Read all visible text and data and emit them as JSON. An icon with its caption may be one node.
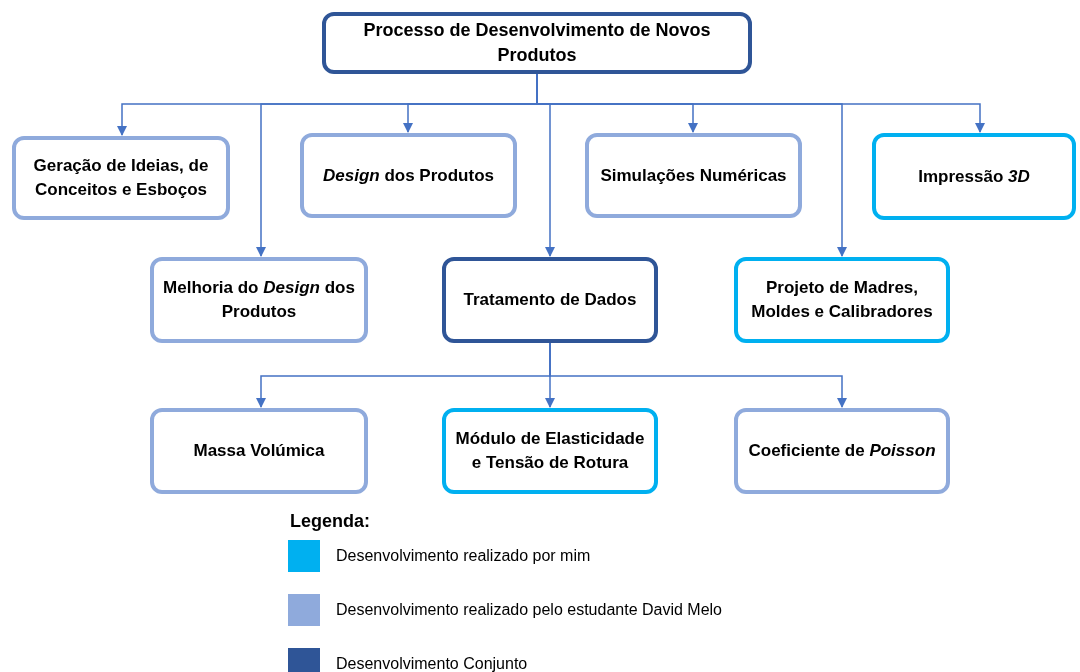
{
  "diagram": {
    "nodes": [
      {
        "text": [
          "Processo de Desenvolvimento de Novos Produtos"
        ]
      },
      {
        "text": [
          "Geração de Ideias, de Conceitos e Esboços"
        ]
      },
      {
        "text": [
          "*Design* dos Produtos"
        ]
      },
      {
        "text": [
          "Simulações Numéricas"
        ]
      },
      {
        "text": [
          "Impressão *3D*"
        ]
      },
      {
        "text": [
          "Melhoria do *Design* dos Produtos"
        ]
      },
      {
        "text": [
          "Tratamento de Dados"
        ]
      },
      {
        "text": [
          "Projeto de Madres, Moldes e Calibradores"
        ]
      },
      {
        "text": [
          "Massa Volúmica"
        ]
      },
      {
        "text": [
          "Módulo de Elasticidade e Tensão de Rotura"
        ]
      },
      {
        "text": [
          "Coeficiente de *Poisson*"
        ]
      }
    ],
    "edges": [
      {
        "from": 0,
        "to": 1,
        "arrow": "to"
      },
      {
        "from": 0,
        "to": 5,
        "arrow": "to"
      },
      {
        "from": 0,
        "to": 2,
        "arrow": "to"
      },
      {
        "from": 0,
        "to": 6,
        "arrow": "to"
      },
      {
        "from": 0,
        "to": 3,
        "arrow": "to"
      },
      {
        "from": 0,
        "to": 7,
        "arrow": "to"
      },
      {
        "from": 0,
        "to": 4,
        "arrow": "to"
      },
      {
        "from": 6,
        "to": 8,
        "arrow": "to"
      },
      {
        "from": 6,
        "to": 9,
        "arrow": "to"
      },
      {
        "from": 6,
        "to": 10,
        "arrow": "to"
      }
    ],
    "labels": [
      "Legenda:"
    ],
    "legend": [
      {
        "text": "Desenvolvimento realizado por mim",
        "color": "#00b0f0"
      },
      {
        "text": "Desenvolvimento realizado pelo estudante David Melo",
        "color": "#8faadc"
      },
      {
        "text": "Desenvolvimento Conjunto",
        "color": "#2f5597"
      }
    ]
  }
}
